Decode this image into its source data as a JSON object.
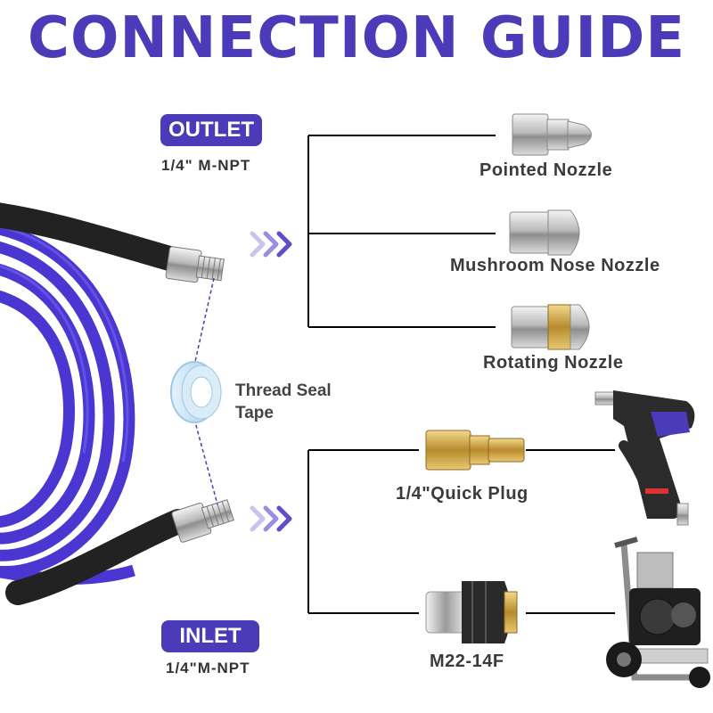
{
  "title": "CONNECTION GUIDE",
  "outlet": {
    "badge": "OUTLET",
    "spec": "1/4\" M-NPT"
  },
  "inlet": {
    "badge": "INLET",
    "spec": "1/4\"M-NPT"
  },
  "tape": {
    "line1": "Thread Seal",
    "line2": "Tape"
  },
  "outlet_accessories": [
    {
      "label": "Pointed Nozzle",
      "icon": "pointed-nozzle-icon"
    },
    {
      "label": "Mushroom Nose Nozzle",
      "icon": "mushroom-nozzle-icon"
    },
    {
      "label": "Rotating Nozzle",
      "icon": "rotating-nozzle-icon"
    }
  ],
  "inlet_accessories": [
    {
      "label": "1/4\"Quick Plug",
      "icon": "quick-plug-icon"
    },
    {
      "label": "M22-14F",
      "icon": "m22-fitting-icon"
    }
  ],
  "colors": {
    "brand": "#4b3bb8",
    "hose": "#4a36d0",
    "line": "#000000"
  }
}
